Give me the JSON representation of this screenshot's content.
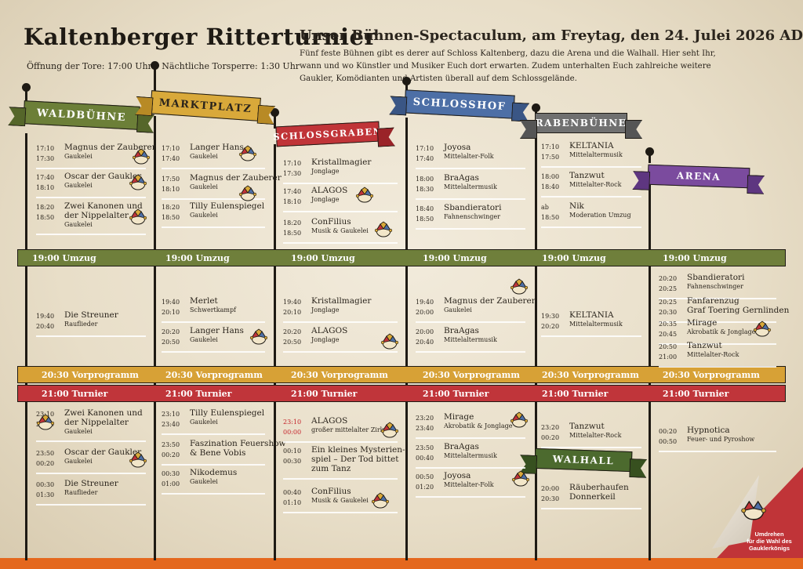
{
  "header": {
    "title": "Kaltenberger Ritterturnier",
    "opening": "Öffnung der Tore: 17:00 Uhr  –  Nächtliche Torsperre: 1:30 Uhr",
    "headline": "Unser Bühnen-Spectaculum, am Freytag, den 24. Julei 2026 AD",
    "intro": "Fünf feste Bühnen gibt es derer auf Schloss Kaltenberg, dazu die Arena und die Walhall. Hier seht Ihr, wann und wo Künstler und Musiker Euch dort erwarten. Zudem unterhalten Euch zahlreiche weitere Gaukler, Komödianten und Artisten überall auf dem Schlossgelände."
  },
  "colors": {
    "waldbuehne": "#6c7f38",
    "marktplatz": "#d9a93a",
    "schlossgraben": "#c03438",
    "schlosshof": "#4d6fa6",
    "rabenbuehne": "#707070",
    "arena": "#7b4b9e",
    "walhall": "#4c6a2e",
    "umzug": "#6f7f3b",
    "vorprogramm": "#d7a136",
    "turnier": "#c0353a",
    "corner": "#c03438"
  },
  "stages": {
    "waldbuehne": "WALDBÜHNE",
    "marktplatz": "MARKTPLATZ",
    "schlossgraben": "SCHLOSSGRABEN",
    "schlosshof": "SCHLOSSHOF",
    "rabenbuehne": "RABENBÜHNE",
    "arena": "ARENA",
    "walhall": "WALHALL"
  },
  "bands": {
    "umzug": "19:00  Umzug",
    "vorprogramm": "20:30  Vorprogramm",
    "turnier": "21:00  Turnier"
  },
  "schedule": {
    "w1": {
      "t1": "17:10",
      "t2": "17:30",
      "act": "Magnus der Zauberer",
      "genre": "Gaukelei"
    },
    "w2": {
      "t1": "17:40",
      "t2": "18:10",
      "act": "Oscar der Gaukler",
      "genre": "Gaukelei"
    },
    "w3": {
      "t1": "18:20",
      "t2": "18:50",
      "act": "Zwei Kanonen und",
      "act2": "der Nippelalter",
      "genre": "Gaukelei"
    },
    "w4": {
      "t1": "19:40",
      "t2": "20:40",
      "act": "Die Streuner",
      "genre": "Rauflieder"
    },
    "w5": {
      "t1": "23:10",
      "t2": "23:40",
      "act": "Zwei Kanonen und",
      "act2": "der Nippelalter",
      "genre": "Gaukelei"
    },
    "w6": {
      "t1": "23:50",
      "t2": "00:20",
      "act": "Oscar der Gaukler",
      "genre": "Gaukelei"
    },
    "w7": {
      "t1": "00:30",
      "t2": "01:30",
      "act": "Die Streuner",
      "genre": "Rauflieder"
    },
    "m1": {
      "t1": "17:10",
      "t2": "17:40",
      "act": "Langer Hans",
      "genre": "Gaukelei"
    },
    "m2": {
      "t1": "17:50",
      "t2": "18:10",
      "act": "Magnus der Zauberer",
      "genre": "Gaukelei"
    },
    "m3": {
      "t1": "18:20",
      "t2": "18:50",
      "act": "Tilly Eulenspiegel",
      "genre": "Gaukelei"
    },
    "m4": {
      "t1": "19:40",
      "t2": "20:10",
      "act": "Merlet",
      "genre": "Schwertkampf"
    },
    "m5": {
      "t1": "20:20",
      "t2": "20:50",
      "act": "Langer Hans",
      "genre": "Gaukelei"
    },
    "m6": {
      "t1": "23:10",
      "t2": "23:40",
      "act": "Tilly Eulenspiegel",
      "genre": "Gaukelei"
    },
    "m7": {
      "t1": "23:50",
      "t2": "00:20",
      "act": "Faszination Feuershow",
      "act2": "& Bene Vobis",
      "genre": ""
    },
    "m8": {
      "t1": "00:30",
      "t2": "01:00",
      "act": "Nikodemus",
      "genre": "Gaukelei"
    },
    "g1": {
      "t1": "17:10",
      "t2": "17:30",
      "act": "Kristallmagier",
      "genre": "Jonglage"
    },
    "g2": {
      "t1": "17:40",
      "t2": "18:10",
      "act": "ALAGOS",
      "genre": "Jonglage"
    },
    "g3": {
      "t1": "18:20",
      "t2": "18:50",
      "act": "ConFilius",
      "genre": "Musik & Gaukelei"
    },
    "g4": {
      "t1": "19:40",
      "t2": "20:10",
      "act": "Kristallmagier",
      "genre": "Jonglage"
    },
    "g5": {
      "t1": "20:20",
      "t2": "20:50",
      "act": "ALAGOS",
      "genre": "Jonglage"
    },
    "g6": {
      "t1": "23:10",
      "t2": "00:00",
      "act": "ALAGOS",
      "genre": "großer mittelalter Zirkus"
    },
    "g7": {
      "t1": "00:10",
      "t2": "00:30",
      "act": "Ein kleines Mysterien-",
      "act2": "spiel – Der Tod bittet",
      "act3": "zum Tanz",
      "genre": ""
    },
    "g8": {
      "t1": "00:40",
      "t2": "01:10",
      "act": "ConFilius",
      "genre": "Musik & Gaukelei"
    },
    "h1": {
      "t1": "17:10",
      "t2": "17:40",
      "act": "Joyosa",
      "genre": "Mittelalter-Folk"
    },
    "h2": {
      "t1": "18:00",
      "t2": "18:30",
      "act": "BraAgas",
      "genre": "Mittelaltermusik"
    },
    "h3": {
      "t1": "18:40",
      "t2": "18:50",
      "act": "Sbandieratori",
      "genre": "Fahnenschwinger"
    },
    "h4": {
      "t1": "19:40",
      "t2": "20:00",
      "act": "Magnus der Zauberer",
      "genre": "Gaukelei"
    },
    "h5": {
      "t1": "20:00",
      "t2": "20:40",
      "act": "BraAgas",
      "genre": "Mittelaltermusik"
    },
    "h6": {
      "t1": "23:20",
      "t2": "23:40",
      "act": "Mirage",
      "genre": "Akrobatik & Jonglage"
    },
    "h7": {
      "t1": "23:50",
      "t2": "00:40",
      "act": "BraAgas",
      "genre": "Mittelaltermusik"
    },
    "h8": {
      "t1": "00:50",
      "t2": "01:20",
      "act": "Joyosa",
      "genre": "Mittelalter-Folk"
    },
    "r1": {
      "t1": "17:10",
      "t2": "17:50",
      "act": "KELTANIA",
      "genre": "Mittelaltermusik"
    },
    "r2": {
      "t1": "18:00",
      "t2": "18:40",
      "act": "Tanzwut",
      "genre": "Mittelalter-Rock"
    },
    "r3": {
      "t1": "ab",
      "t2": "18:50",
      "act": "Nik",
      "genre": "Moderation Umzug"
    },
    "r4": {
      "t1": "19:30",
      "t2": "20:20",
      "act": "KELTANIA",
      "genre": "Mittelaltermusik"
    },
    "r5": {
      "t1": "23:20",
      "t2": "00:20",
      "act": "Tanzwut",
      "genre": "Mittelalter-Rock"
    },
    "r6": {
      "t1": "20:00",
      "t2": "20:30",
      "act": "Räuberhaufen",
      "act2": "Donnerkeil",
      "genre": ""
    },
    "a1": {
      "t1": "20:20",
      "t2": "20:25",
      "act": "Sbandieratori",
      "genre": "Fahnenschwinger"
    },
    "a2": {
      "t1": "20:25",
      "t2": "20:30",
      "act": "Fanfarenzug",
      "act2": "Graf Toering Gernlinden",
      "genre": ""
    },
    "a3": {
      "t1": "20:35",
      "t2": "20:45",
      "act": "Mirage",
      "genre": "Akrobatik & Jonglage"
    },
    "a4": {
      "t1": "20:50",
      "t2": "21:00",
      "act": "Tanzwut",
      "genre": "Mittelalter-Rock"
    },
    "a5": {
      "t1": "00:20",
      "t2": "00:50",
      "act": "Hypnotica",
      "genre": "Feuer- und Pyroshow"
    }
  },
  "corner": {
    "line1": "Umdrehen",
    "line2": "für die Wahl des",
    "line3": "Gauklerkönigs"
  }
}
